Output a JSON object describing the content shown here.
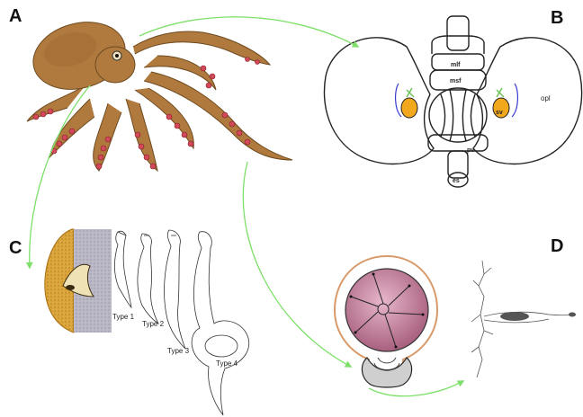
{
  "panels": {
    "a": {
      "letter": "A"
    },
    "b": {
      "letter": "B",
      "labels": {
        "mlf": "mlf",
        "msf": "msf",
        "opl": "opl",
        "sv": "sv",
        "pv": "pv",
        "es": "es"
      }
    },
    "c": {
      "letter": "C",
      "types": [
        "Type 1",
        "Type 2",
        "Type 3",
        "Type 4"
      ]
    },
    "d": {
      "letter": "D"
    }
  },
  "colors": {
    "arrow": "#7ee06a",
    "octopus": "#b07a3e",
    "suckers": "#d24a5a",
    "gland": "#f2a81c",
    "outline": "#222222",
    "eye_lens": "#c98aa6",
    "eye_ring": "#d89a6a",
    "cartilage": "#d8a23a",
    "neuron_body": "#555555"
  }
}
